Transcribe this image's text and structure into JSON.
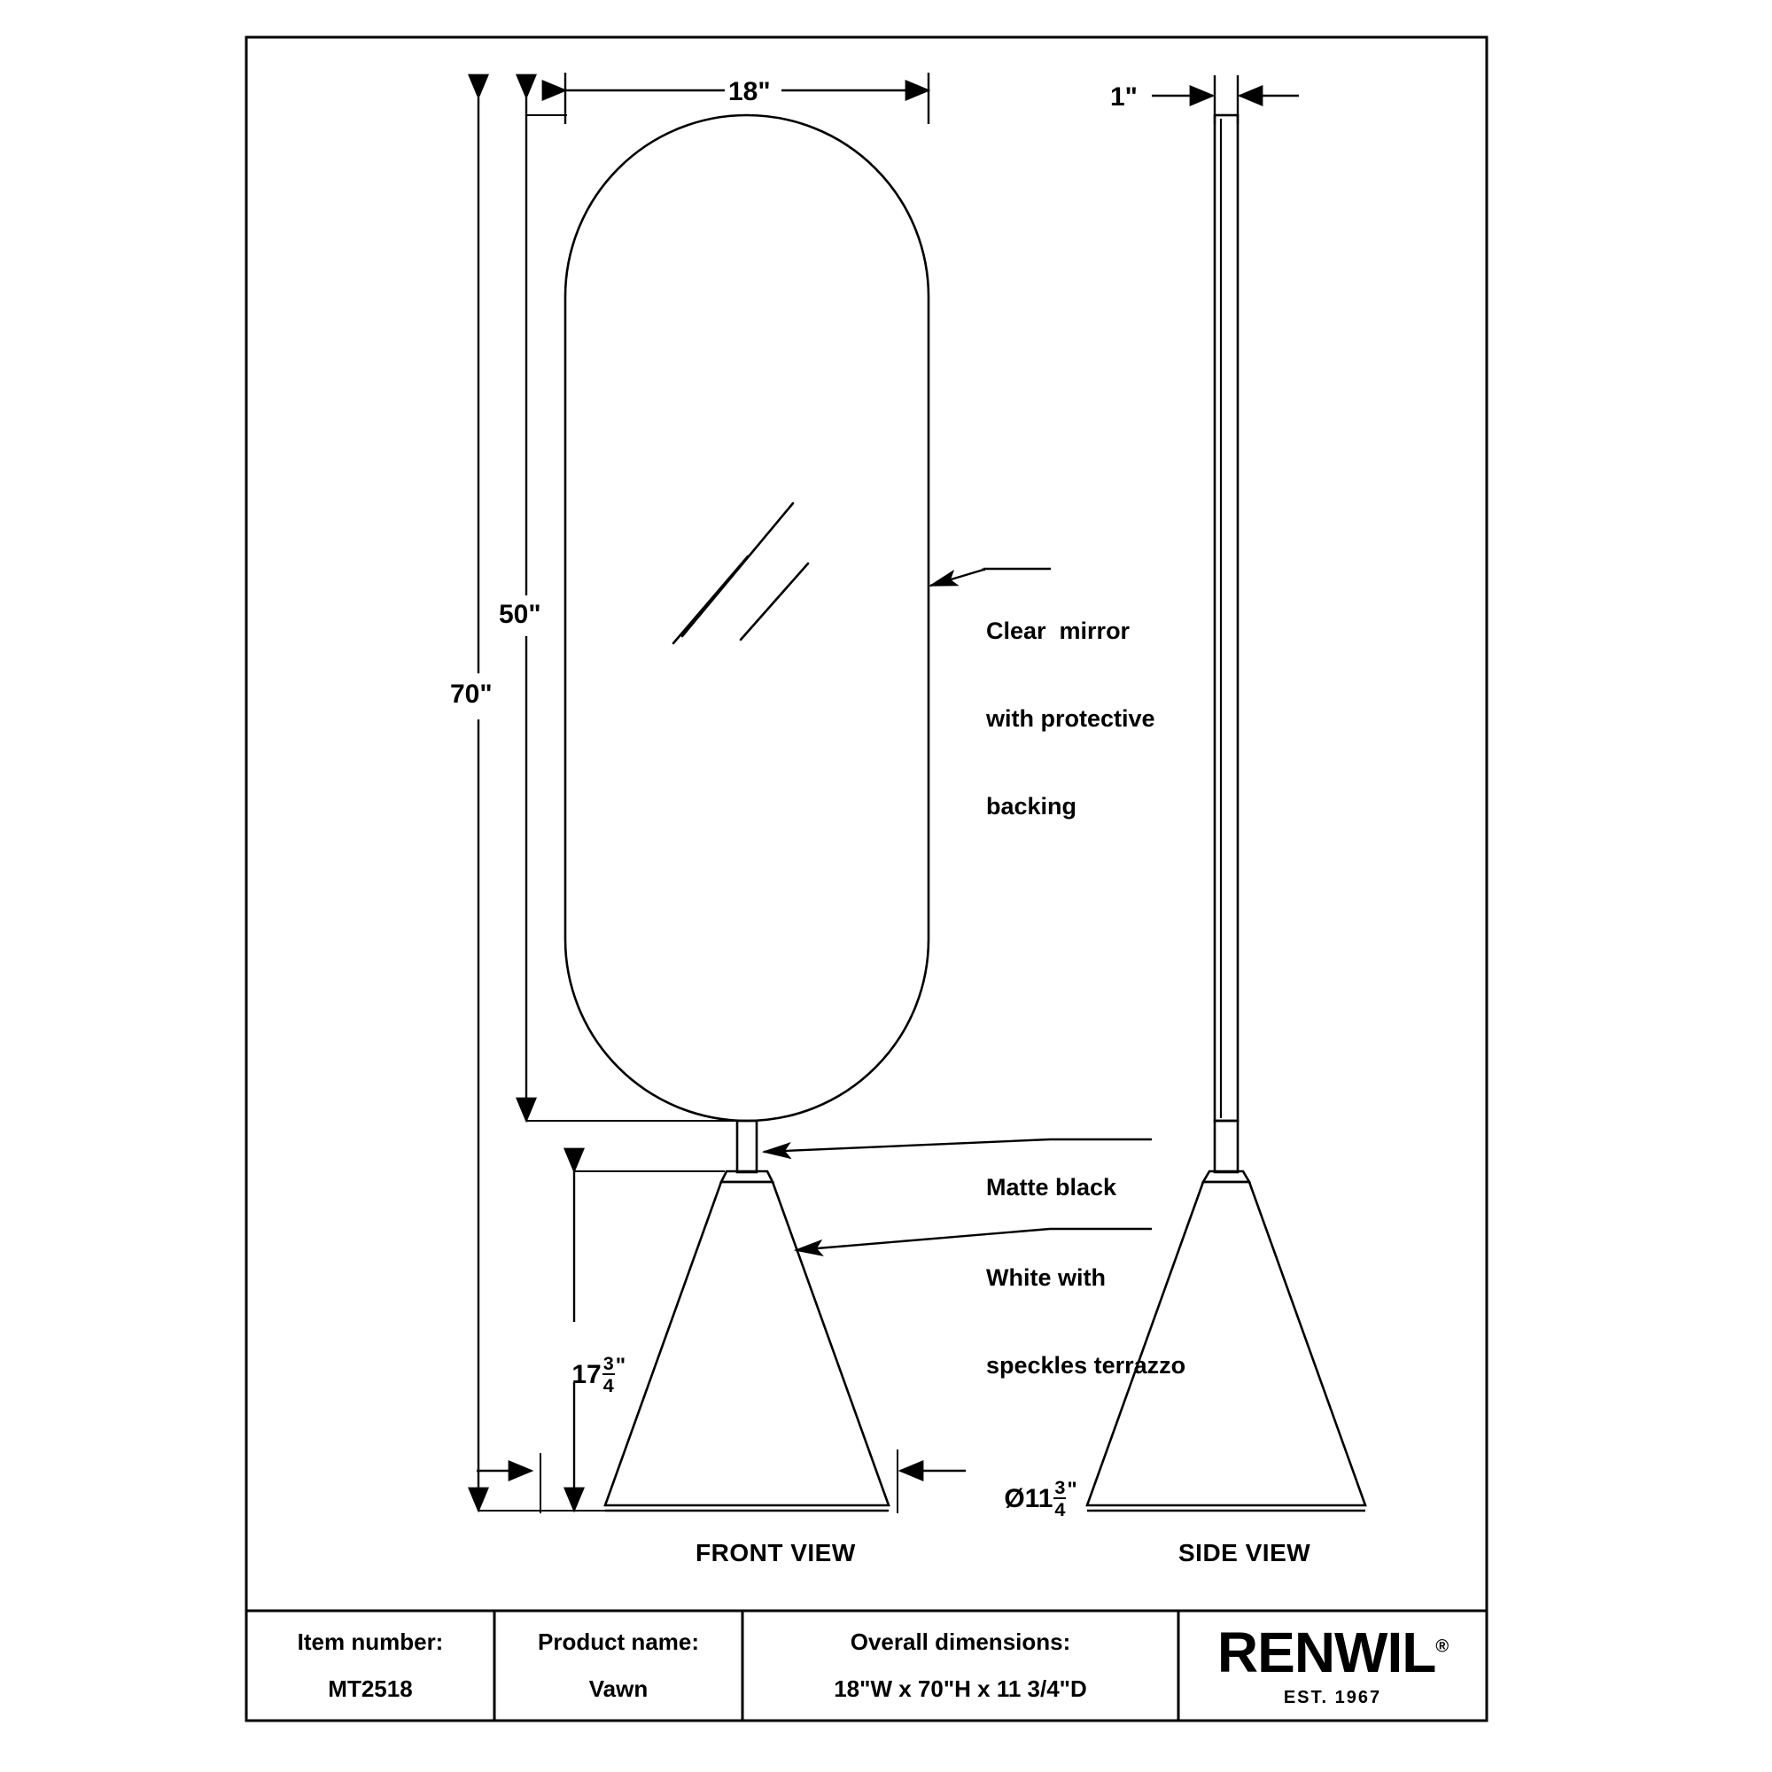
{
  "sheet": {
    "background": "#ffffff",
    "line_color": "#000000"
  },
  "front_view": {
    "label": "FRONT VIEW",
    "dimensions": {
      "width_top": "18\"",
      "mirror_height": "50\"",
      "overall_height": "70\"",
      "base_height_whole": "17",
      "base_height_num": "3",
      "base_height_den": "4",
      "base_height_unit": "\"",
      "base_diameter_prefix": "Ø11",
      "base_diameter_num": "3",
      "base_diameter_den": "4",
      "base_diameter_unit": "\""
    }
  },
  "side_view": {
    "label": "SIDE VIEW",
    "dimensions": {
      "depth_top": "1\""
    }
  },
  "annotations": [
    {
      "id": "mirror-note",
      "lines": [
        "Clear  mirror",
        "with protective",
        "backing"
      ]
    },
    {
      "id": "post-note",
      "lines": [
        "Matte black"
      ]
    },
    {
      "id": "base-note",
      "lines": [
        "White with",
        "speckles terrazzo"
      ]
    }
  ],
  "title_block": {
    "item_number_label": "Item number:",
    "item_number_value": "MT2518",
    "product_name_label": "Product name:",
    "product_name_value": "Vawn",
    "overall_dimensions_label": "Overall dimensions:",
    "overall_dimensions_value": "18\"W x 70\"H x 11 3/4\"D",
    "brand_name": "RENWIL",
    "brand_registered": "®",
    "brand_established": "EST. 1967"
  }
}
